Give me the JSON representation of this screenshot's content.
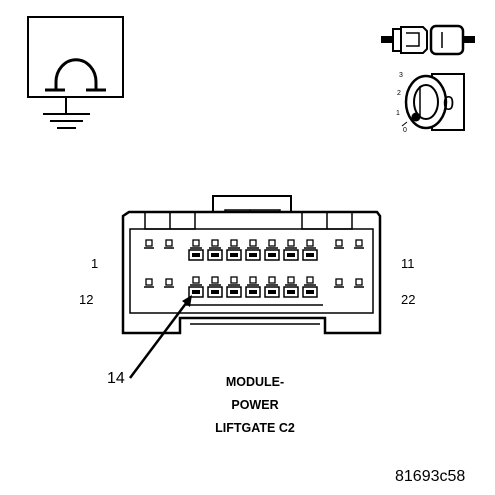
{
  "diagram": {
    "pin_labels": {
      "top_left": "1",
      "top_right": "11",
      "bottom_left": "12",
      "bottom_right": "22",
      "callout": "14"
    },
    "title_lines": [
      "MODULE-",
      "POWER",
      "LIFTGATE C2"
    ],
    "figure_code": "81693c58",
    "ignition_positions": [
      "3",
      "2",
      "1",
      "0"
    ],
    "key_label": "0",
    "icons": [
      "ground-symbol-icon",
      "connector-plug-icon",
      "ignition-key-icon"
    ]
  }
}
